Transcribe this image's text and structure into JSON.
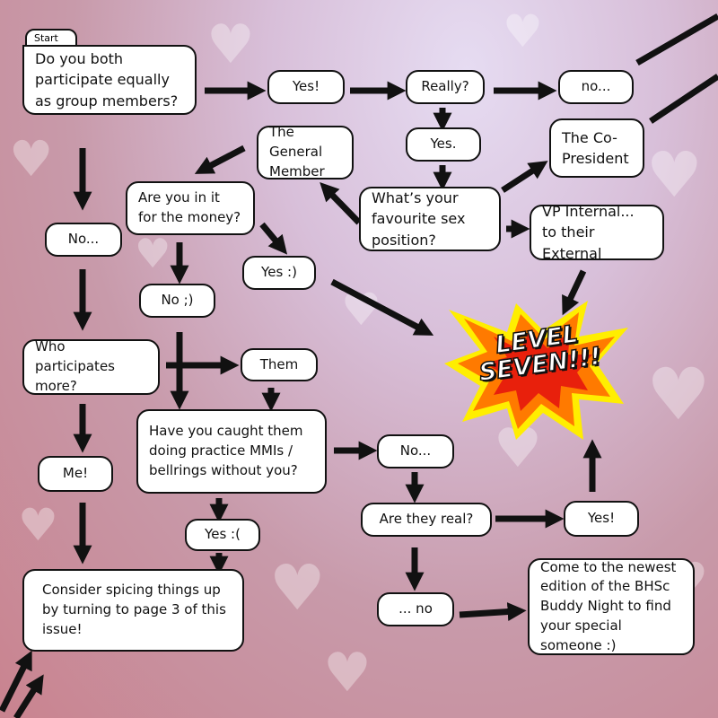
{
  "start_label": "Start",
  "nodes": {
    "q1": "Do you both participate equally as group members?",
    "yes1": "Yes!",
    "really": "Really?",
    "no1": "no...",
    "general": "The General Member",
    "copres": "The Co-President",
    "yes2": "Yes.",
    "money": "Are you in it for the money?",
    "fav": "What’s your favourite sex position?",
    "vp": "VP Internal... to their External",
    "no2": "No...",
    "yes_smile": "Yes :)",
    "no_wink": "No ;)",
    "who": "Who participates more?",
    "them": "Them",
    "caught": "Have you caught them doing practice MMIs / bellrings without you?",
    "no3": "No...",
    "me": "Me!",
    "real": "Are they real?",
    "yes3": "Yes!",
    "yes_sad": "Yes :(",
    "consider": "Consider spicing things up by turning to page 3 of this issue!",
    "dots_no": "... no",
    "come": "Come to the newest edition of the BHSc Buddy Night to find your special someone :)"
  },
  "burst": {
    "line1": "LEVEL",
    "line2": "SEVEN!!!"
  },
  "colors": {
    "burst_outer": "#ffee00",
    "burst_mid": "#ff7a00",
    "burst_inner": "#e8200c"
  }
}
